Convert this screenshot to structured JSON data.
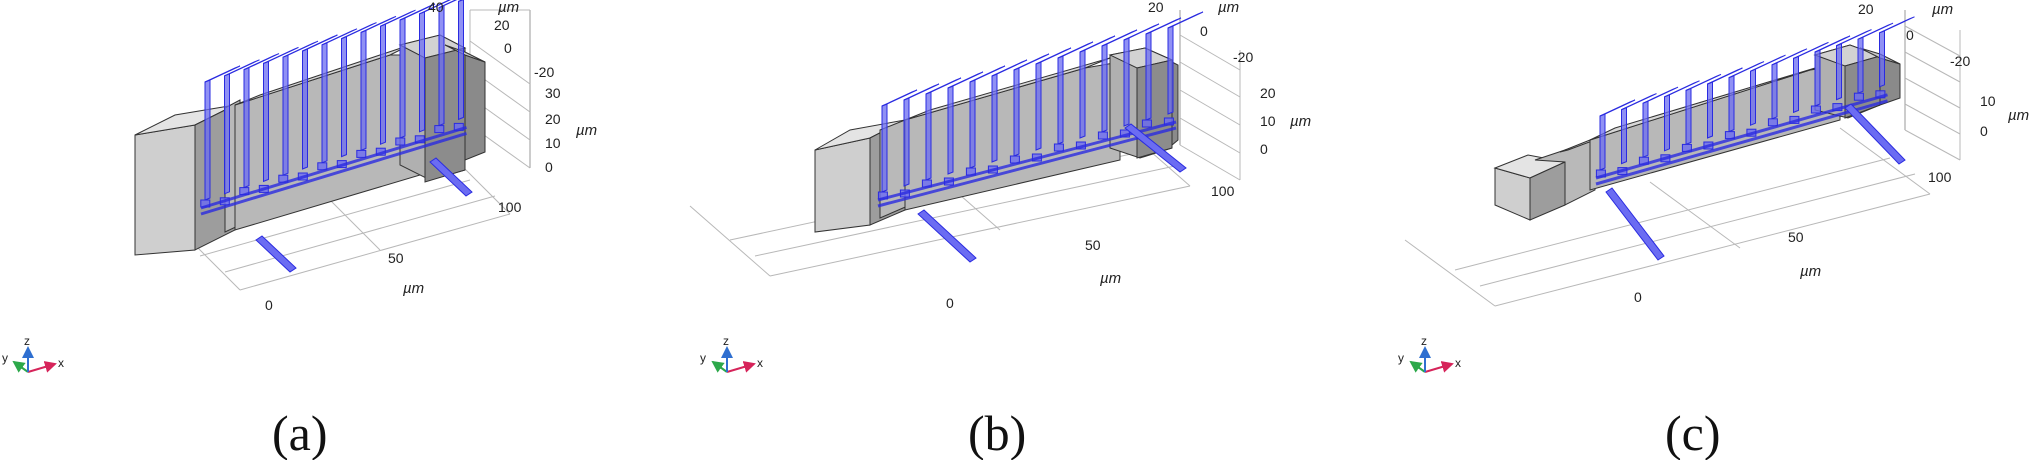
{
  "panels": [
    {
      "caption": "(a)",
      "ticks": {
        "x": [
          "0",
          "50",
          "100"
        ],
        "y": [
          "40",
          "20",
          "0",
          "-20"
        ],
        "z": [
          "30",
          "20",
          "10",
          "0"
        ]
      },
      "unit": "µm",
      "triad": {
        "x": "x",
        "y": "y",
        "z": "z"
      },
      "electrode_pairs": 7
    },
    {
      "caption": "(b)",
      "ticks": {
        "x": [
          "0",
          "50",
          "100"
        ],
        "y": [
          "20",
          "0",
          "-20"
        ],
        "z": [
          "20",
          "10",
          "0"
        ]
      },
      "unit": "µm",
      "triad": {
        "x": "x",
        "y": "y",
        "z": "z"
      },
      "electrode_pairs": 7
    },
    {
      "caption": "(c)",
      "ticks": {
        "x": [
          "0",
          "50",
          "100"
        ],
        "y": [
          "20",
          "0",
          "-20"
        ],
        "z": [
          "10",
          "0"
        ]
      },
      "unit": "µm",
      "triad": {
        "x": "x",
        "y": "y",
        "z": "z"
      },
      "electrode_pairs": 7
    }
  ],
  "colors": {
    "electrode": "#6b6cf2",
    "electrode_edge": "#2a2be0",
    "block_light": "#d6d6d6",
    "block_mid": "#b3b3b3",
    "block_dark": "#8e8e8e",
    "axis_x": "#d6245a",
    "axis_y": "#2ca84a",
    "axis_z": "#2f6fd0"
  }
}
